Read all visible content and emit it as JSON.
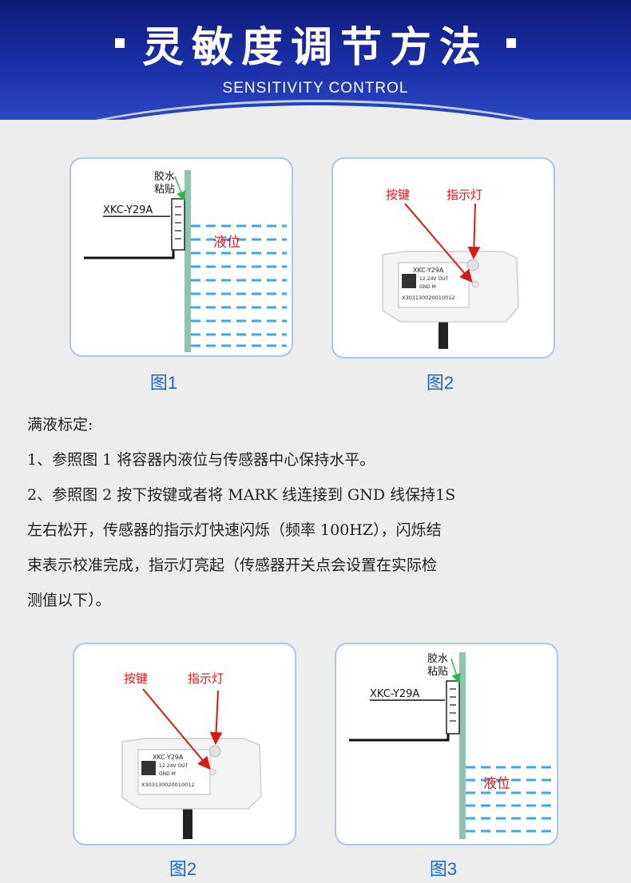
{
  "header": {
    "title": "灵敏度调节方法",
    "subtitle": "SENSITIVITY CONTROL"
  },
  "figures": {
    "side_view": {
      "glue_label_line1": "胶水",
      "glue_label_line2": "粘贴",
      "model_label": "XKC-Y29A",
      "liquid_label": "液位"
    },
    "device_view": {
      "button_label": "按键",
      "indicator_label": "指示灯",
      "device_model": "XKC-Y29A",
      "device_spec": "12-24V OUT",
      "device_pins": "GND  M",
      "device_serial": "X303130020010012"
    }
  },
  "captions": {
    "top_left": "图1",
    "top_right": "图2",
    "bottom_left": "图2",
    "bottom_right": "图3"
  },
  "instructions": {
    "heading": "满液标定:",
    "lines": [
      "1、参照图 1 将容器内液位与传感器中心保持水平。",
      "2、参照图 2 按下按键或者将 MARK 线连接到 GND 线保持1S",
      "左右松开，传感器的指示灯快速闪烁（频率 100HZ），闪烁结",
      "束表示校准完成，指示灯亮起（传感器开关点会设置在实际检",
      "测值以下）。"
    ]
  },
  "colors": {
    "header_blue": "#1b2fa8",
    "caption_blue": "#1a64c8",
    "label_red": "#d51a1a",
    "liquid_blue": "#3aa9e8",
    "wall_green": "#8fc4b0"
  }
}
